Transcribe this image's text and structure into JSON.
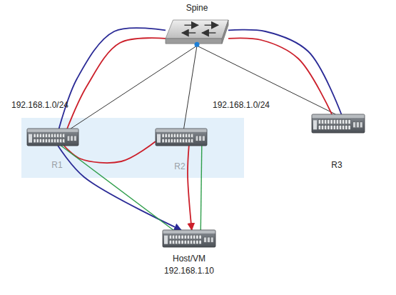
{
  "diagram": {
    "nodes": [
      {
        "text": [
          "Spine"
        ]
      },
      {
        "text": [
          "192.168.1.0/24",
          "R1"
        ]
      },
      {
        "text": [
          "192.168.1.0/24",
          "R2"
        ]
      },
      {
        "text": [
          "R3"
        ]
      },
      {
        "text": [
          "Host/VM",
          "192.168.1.10"
        ]
      }
    ],
    "edges": [
      {
        "from": 0,
        "to": 1,
        "arrow": "none"
      },
      {
        "from": 0,
        "to": 2,
        "arrow": "none"
      },
      {
        "from": 0,
        "to": 3,
        "arrow": "none"
      },
      {
        "from": 3,
        "to": 0,
        "arrow": "none"
      },
      {
        "from": 3,
        "to": 0,
        "arrow": "none"
      },
      {
        "from": 0,
        "to": 1,
        "arrow": "none"
      },
      {
        "from": 0,
        "to": 1,
        "arrow": "none"
      },
      {
        "from": 1,
        "to": 2,
        "arrow": "none"
      },
      {
        "from": 1,
        "to": 4,
        "arrow": "to"
      },
      {
        "from": 2,
        "to": 4,
        "arrow": "to"
      },
      {
        "from": 1,
        "to": 4,
        "arrow": "none"
      },
      {
        "from": 2,
        "to": 4,
        "arrow": "none"
      }
    ]
  }
}
